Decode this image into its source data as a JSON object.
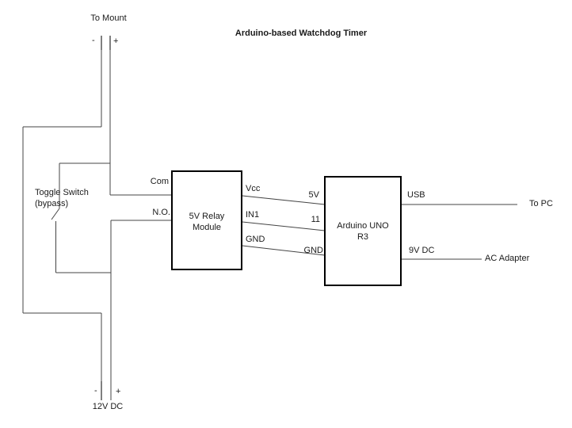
{
  "title": "Arduino-based Watchdog Timer",
  "colors": {
    "wire": "#444444",
    "terminal_stub": "#808080",
    "box_border": "#000000",
    "text": "#1a1a1a",
    "background": "#ffffff"
  },
  "top_connector": {
    "label": "To Mount",
    "minus": "-",
    "plus": "+"
  },
  "bottom_supply": {
    "label": "12V DC",
    "minus": "-",
    "plus": "+"
  },
  "toggle_switch": {
    "label_line1": "Toggle Switch",
    "label_line2": "(bypass)"
  },
  "relay": {
    "name_line1": "5V Relay",
    "name_line2": "Module",
    "pin_com": "Com",
    "pin_no": "N.O.",
    "pin_vcc": "Vcc",
    "pin_in1": "IN1",
    "pin_gnd": "GND"
  },
  "arduino": {
    "name_line1": "Arduino UNO",
    "name_line2": "R3",
    "pin_5v": "5V",
    "pin_11": "11",
    "pin_gnd": "GND",
    "pin_usb": "USB",
    "pin_9v": "9V DC"
  },
  "external": {
    "to_pc": "To PC",
    "ac_adapter": "AC Adapter"
  }
}
